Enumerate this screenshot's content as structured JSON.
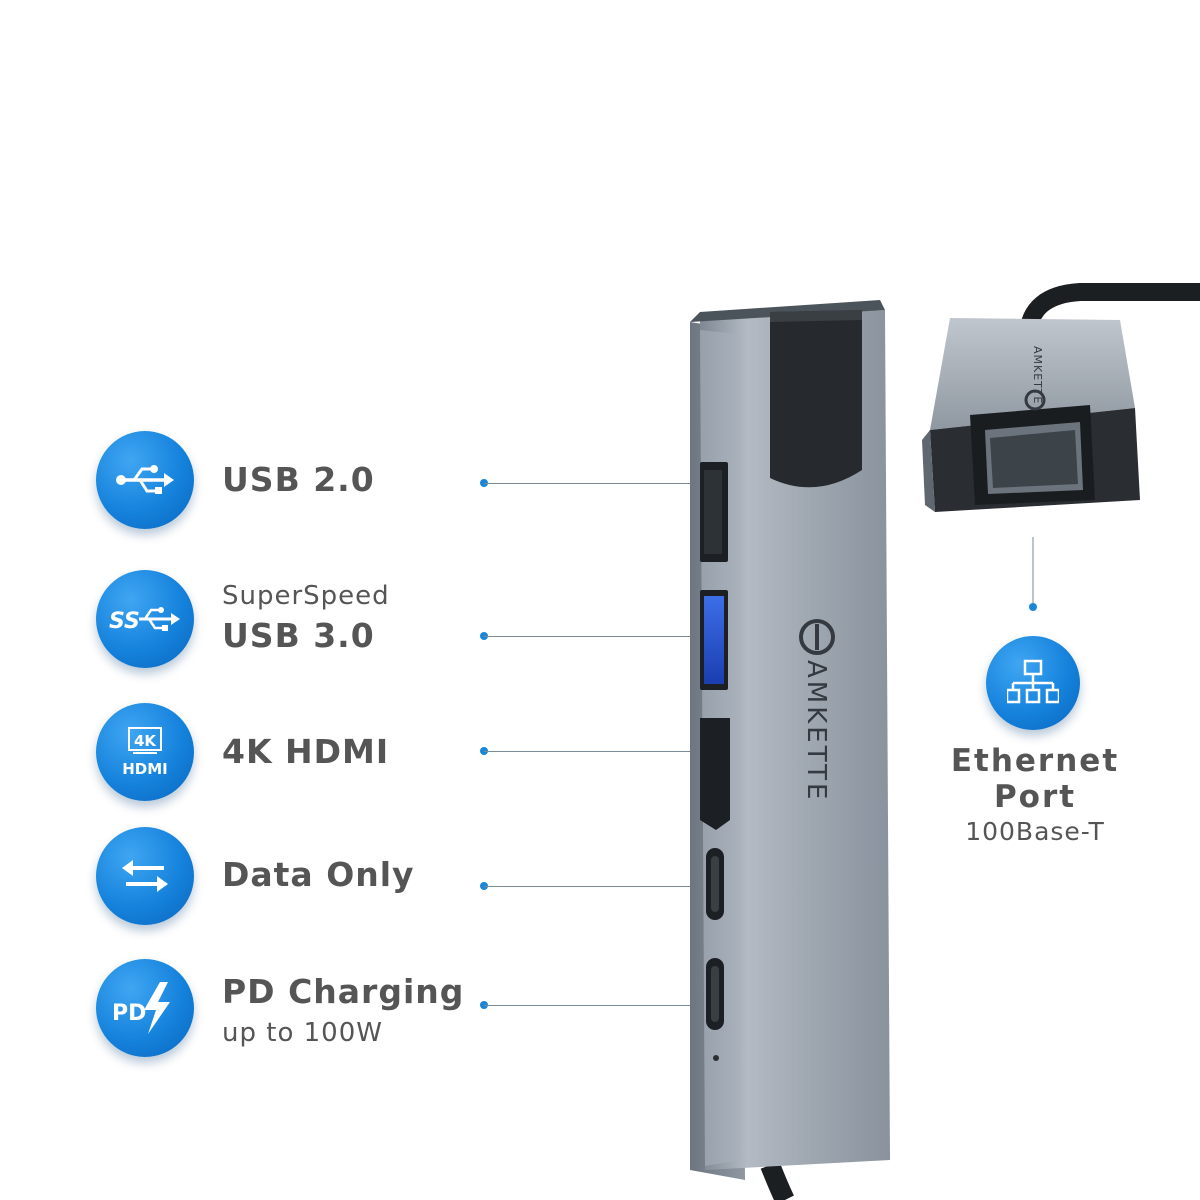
{
  "features": [
    {
      "icon": "usb-icon",
      "label": "USB 2.0",
      "sub_top": "",
      "sub_bottom": ""
    },
    {
      "icon": "superspeed-usb-icon",
      "icon_text": "SS",
      "label": "USB 3.0",
      "sub_top": "SuperSpeed",
      "sub_bottom": ""
    },
    {
      "icon": "hdmi-4k-icon",
      "icon_text_top": "4K",
      "icon_text_bottom": "HDMI",
      "label": "4K HDMI",
      "sub_top": "",
      "sub_bottom": ""
    },
    {
      "icon": "data-transfer-arrows-icon",
      "label": "Data Only",
      "sub_top": "",
      "sub_bottom": ""
    },
    {
      "icon": "power-delivery-icon",
      "icon_text": "PD",
      "label": "PD Charging",
      "sub_top": "",
      "sub_bottom": "up to 100W"
    }
  ],
  "ethernet": {
    "icon": "network-icon",
    "title_line1": "Ethernet",
    "title_line2": "Port",
    "sub": "100Base-T"
  },
  "product": {
    "brand": "AMKETTE"
  },
  "colors": {
    "badge_blue": "#1582dc",
    "text_gray": "#555555",
    "hub_gray": "#9aa3ad",
    "usb3_blue": "#1f4fd0"
  }
}
